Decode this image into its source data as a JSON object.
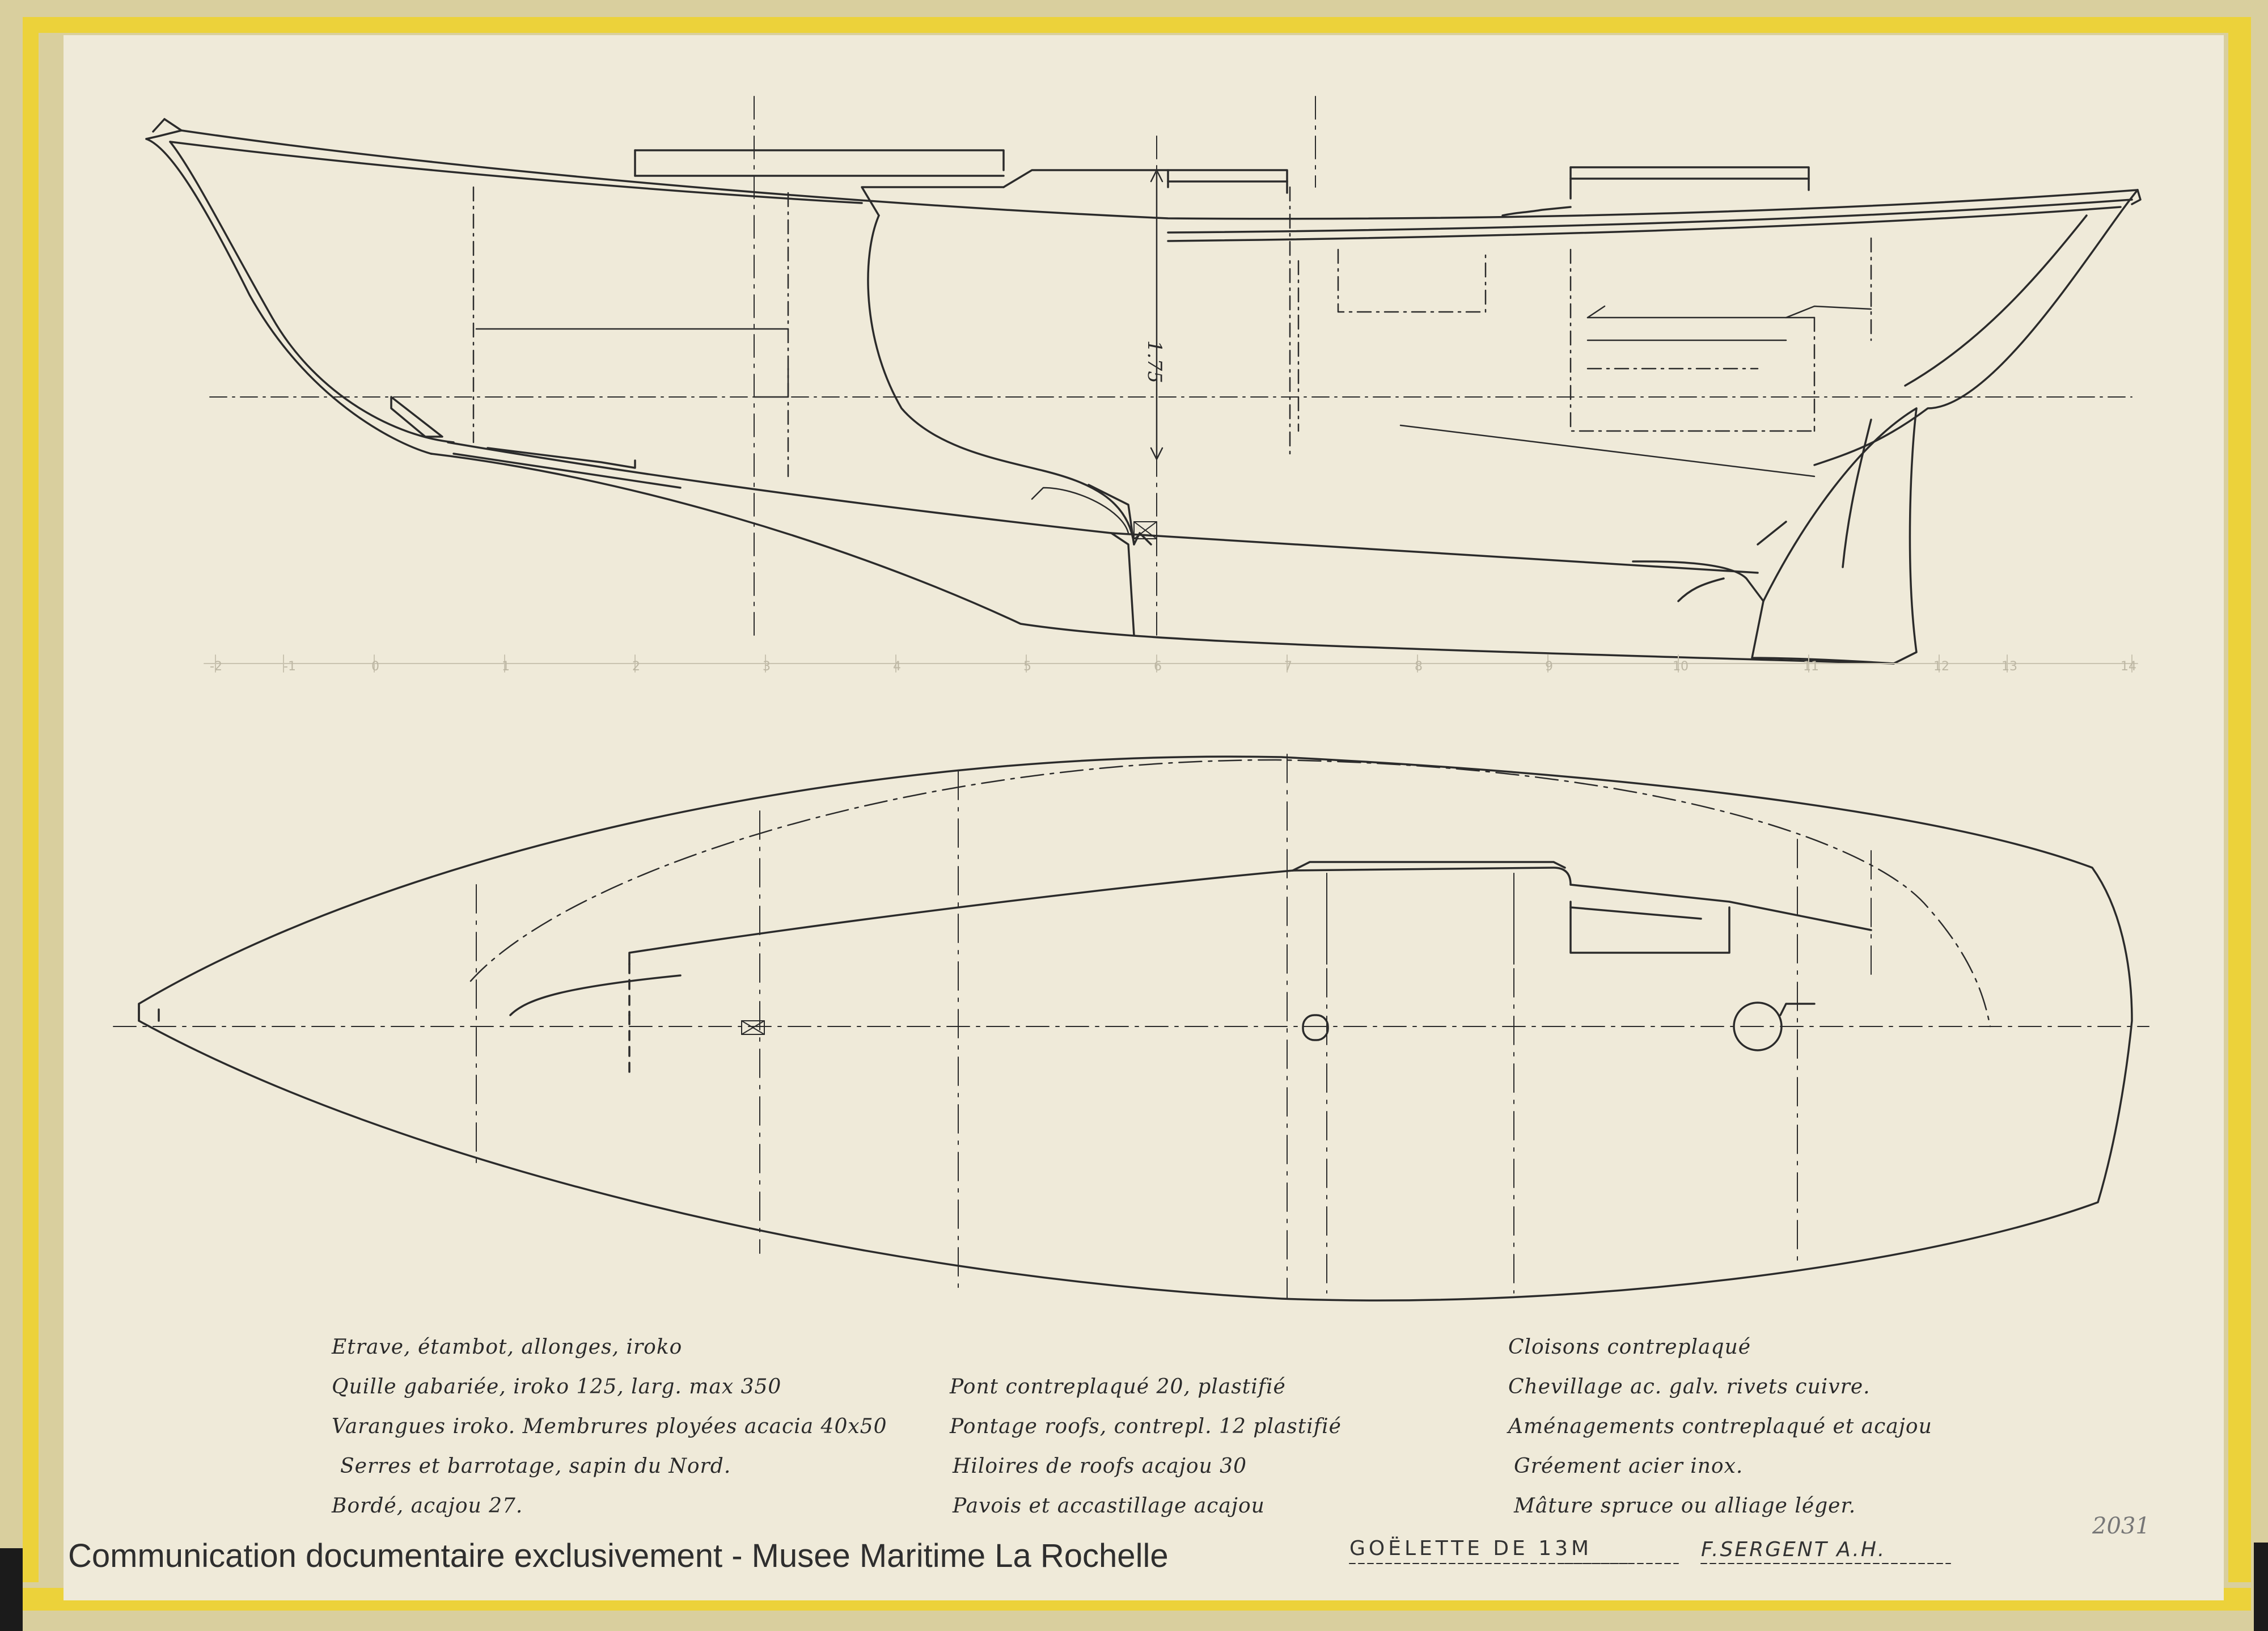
{
  "notes": {
    "left": [
      "Etrave, étambot, allonges, iroko",
      "Quille gabariée, iroko 125, larg. max 350",
      "Varangues iroko. Membrures ployées acacia 40x50",
      "Serres et barrotage, sapin du Nord.",
      "Bordé, acajou 27."
    ],
    "middle": [
      "Pont contreplaqué 20, plastifié",
      "Pontage roofs, contrepl. 12 plastifié",
      "Hiloires de roofs acajou 30",
      "Pavois et accastillage acajou"
    ],
    "right": [
      "Cloisons contreplaqué",
      "Chevillage ac. galv. rivets cuivre.",
      "Aménagements contreplaqué et acajou",
      "Gréement acier inox.",
      "Mâture spruce ou alliage léger."
    ]
  },
  "title_block": {
    "vessel": "GOËLETTE  DE 13M",
    "designer": "F.SERGENT A.H."
  },
  "dimension_label": "1.75",
  "station_numbers": [
    "-2",
    "-1",
    "0",
    "1",
    "2",
    "3",
    "4",
    "5",
    "6",
    "7",
    "8",
    "9",
    "10",
    "11",
    "12",
    "13",
    "14"
  ],
  "sheet_number": "2031",
  "watermark": "Communication documentaire exclusivement - Musee Maritime La Rochelle"
}
